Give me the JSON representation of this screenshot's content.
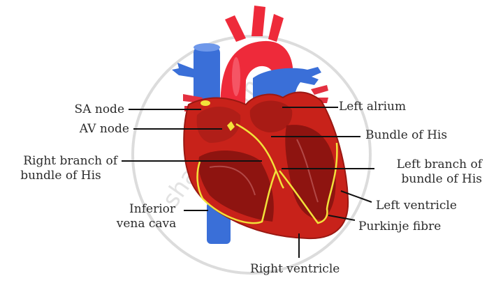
{
  "diagram": {
    "subject": "Human heart conduction system",
    "watermark": "shaalaa.com",
    "colors": {
      "muscle": "#c8221a",
      "muscle_dark": "#8e1410",
      "aorta": "#ee2a3a",
      "vein": "#3a6fd8",
      "conduction": "#f2e23a",
      "leader_line": "#111111",
      "label_text": "#2b2b2b",
      "watermark": "#d8d8d8"
    },
    "labels": {
      "sa_node": {
        "lines": [
          "SA node"
        ]
      },
      "av_node": {
        "lines": [
          "AV node"
        ]
      },
      "right_branch": {
        "lines": [
          "Right branch of",
          "bundle of His"
        ]
      },
      "inferior_vena_cava": {
        "lines": [
          "Inferior",
          "vena cava"
        ]
      },
      "left_atrium": {
        "lines": [
          "Left alrium"
        ]
      },
      "bundle_of_his": {
        "lines": [
          "Bundle of His"
        ]
      },
      "left_branch": {
        "lines": [
          "Left branch of",
          "bundle of His"
        ]
      },
      "left_ventricle": {
        "lines": [
          "Left ventricle"
        ]
      },
      "purkinje_fibre": {
        "lines": [
          "Purkinje fibre"
        ]
      },
      "right_ventricle": {
        "lines": [
          "Right ventricle"
        ]
      }
    }
  }
}
